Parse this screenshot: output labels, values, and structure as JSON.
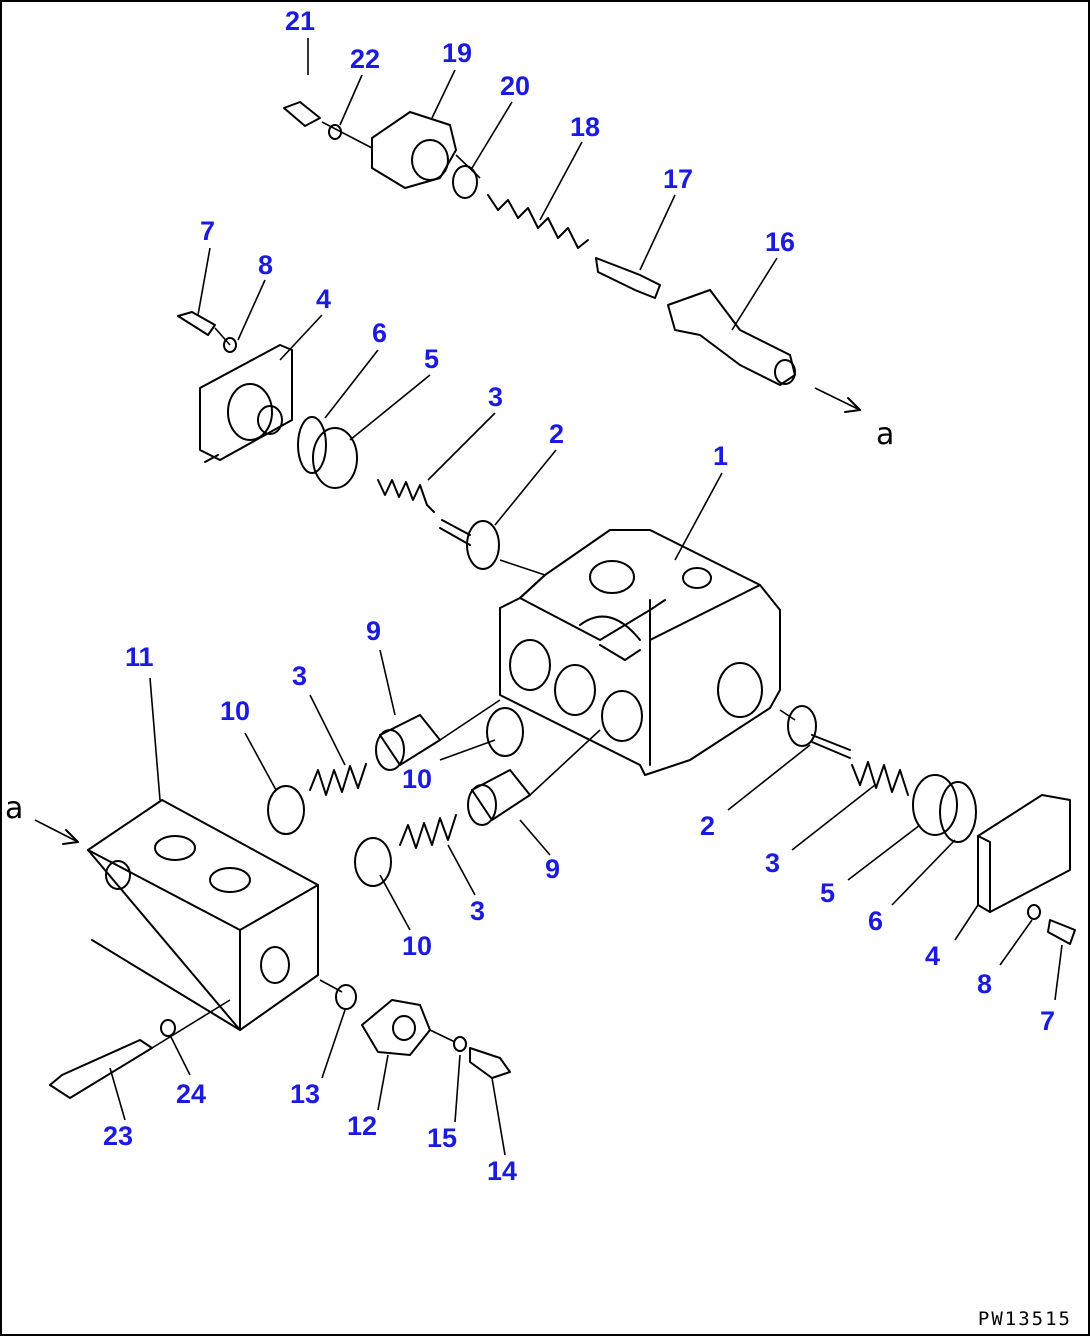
{
  "callouts": {
    "c1": "1",
    "c2a": "2",
    "c2b": "2",
    "c3a": "3",
    "c3b": "3",
    "c3c": "3",
    "c3d": "3",
    "c4a": "4",
    "c4b": "4",
    "c5a": "5",
    "c5b": "5",
    "c6a": "6",
    "c6b": "6",
    "c7a": "7",
    "c7b": "7",
    "c8a": "8",
    "c8b": "8",
    "c9a": "9",
    "c9b": "9",
    "c10a": "10",
    "c10b": "10",
    "c10c": "10",
    "c11": "11",
    "c12": "12",
    "c13": "13",
    "c14": "14",
    "c15": "15",
    "c16": "16",
    "c17": "17",
    "c18": "18",
    "c19": "19",
    "c20": "20",
    "c21": "21",
    "c22": "22",
    "c23": "23",
    "c24": "24"
  },
  "connection_letters": {
    "a_top": "a",
    "a_left": "a"
  },
  "drawing_code": "PW13515",
  "colors": {
    "callout": "#1a1ae0",
    "line": "#000000",
    "background": "#ffffff"
  }
}
